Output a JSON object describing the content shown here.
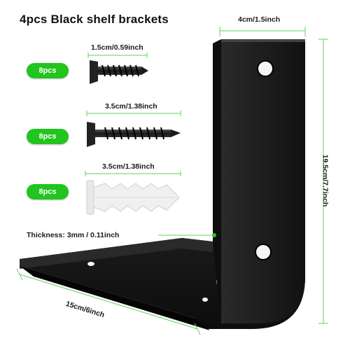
{
  "title": "4pcs Black shelf brackets",
  "colors": {
    "accent_green": "#22c41e",
    "bracket": "#1a1a1a",
    "dim_line": "#5fd35a",
    "plug": "#eeeeee"
  },
  "screws": [
    {
      "count_label": "8pcs",
      "size_label": "1.5cm/0.59inch",
      "icon": "short-screw-icon"
    },
    {
      "count_label": "8pcs",
      "size_label": "3.5cm/1.38inch",
      "icon": "long-screw-icon"
    },
    {
      "count_label": "8pcs",
      "size_label": "3.5cm/1.38inch",
      "icon": "wall-anchor-icon"
    }
  ],
  "dimensions": {
    "width_top": "4cm/1.5inch",
    "height_side": "19.5cm/7.7inch",
    "thickness": "Thickness: 3mm / 0.11inch",
    "length_bottom": "15cm/6inch"
  }
}
